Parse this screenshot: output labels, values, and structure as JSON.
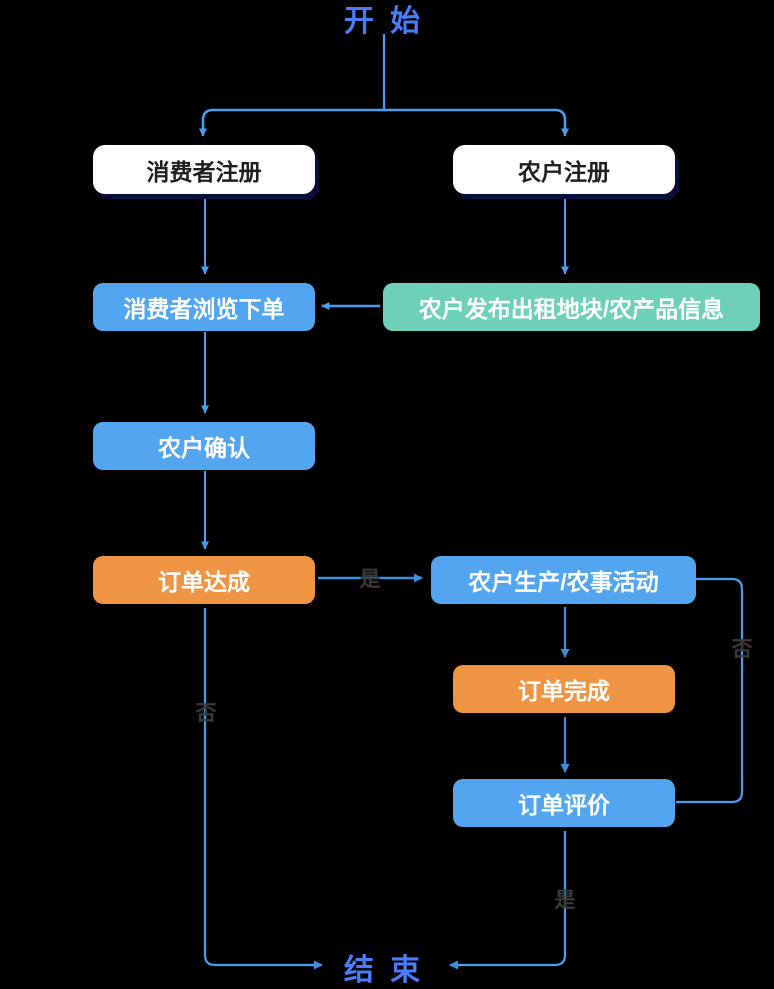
{
  "diagram": {
    "title_start": "开 始",
    "title_end": "结 束",
    "background": "#000000",
    "colors": {
      "edge": "#4a9cf0",
      "terminal_text": "#4a7dfc",
      "node_white_bg": "#ffffff",
      "node_white_text": "#1f1f1f",
      "node_white_shadow": "#07103a",
      "node_blue": "#54a5ef",
      "node_green": "#6ed0b8",
      "node_orange": "#ef9443",
      "label_text": "#3a3a3a"
    },
    "nodes": [
      {
        "id": "start",
        "label": "开 始",
        "style": "terminal"
      },
      {
        "id": "consumer-reg",
        "label": "消费者注册",
        "style": "white"
      },
      {
        "id": "farmer-reg",
        "label": "农户注册",
        "style": "white"
      },
      {
        "id": "consumer-browse",
        "label": "消费者浏览下单",
        "style": "blue"
      },
      {
        "id": "farmer-publish",
        "label": "农户发布出租地块/农产品信息",
        "style": "green"
      },
      {
        "id": "farmer-confirm",
        "label": "农户确认",
        "style": "blue"
      },
      {
        "id": "order-made",
        "label": "订单达成",
        "style": "orange"
      },
      {
        "id": "farmer-produce",
        "label": "农户生产/农事活动",
        "style": "blue"
      },
      {
        "id": "order-complete",
        "label": "订单完成",
        "style": "orange"
      },
      {
        "id": "order-review",
        "label": "订单评价",
        "style": "blue"
      },
      {
        "id": "end",
        "label": "结 束",
        "style": "terminal"
      }
    ],
    "edge_labels": [
      {
        "id": "yes-order-made",
        "text": "是"
      },
      {
        "id": "no-order-made",
        "text": "否"
      },
      {
        "id": "no-review-loop",
        "text": "否"
      },
      {
        "id": "yes-review-end",
        "text": "是"
      }
    ]
  }
}
